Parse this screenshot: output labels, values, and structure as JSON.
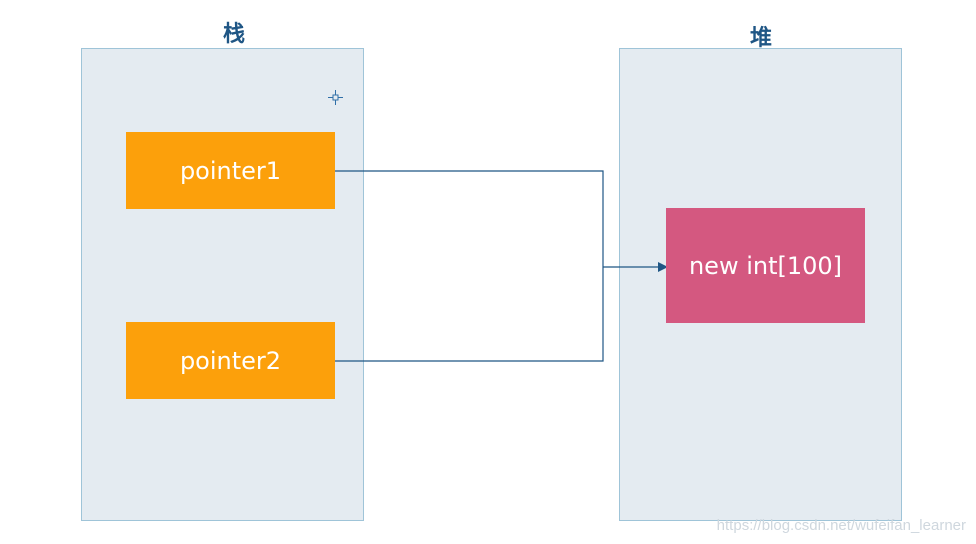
{
  "stack": {
    "title": "栈",
    "pointers": [
      "pointer1",
      "pointer2"
    ]
  },
  "heap": {
    "title": "堆",
    "object_label": "new int[100]"
  },
  "colors": {
    "panel_bg": "#e4ebf1",
    "panel_border": "#9fc4d8",
    "title": "#1f5685",
    "pointer_box": "#fca00b",
    "heap_box": "#d45880",
    "connector": "#1f5685"
  },
  "icons": {
    "cursor": "move-crosshair-icon",
    "connector_end": "arrowhead-icon"
  },
  "watermark": "https://blog.csdn.net/wufeifan_learner"
}
